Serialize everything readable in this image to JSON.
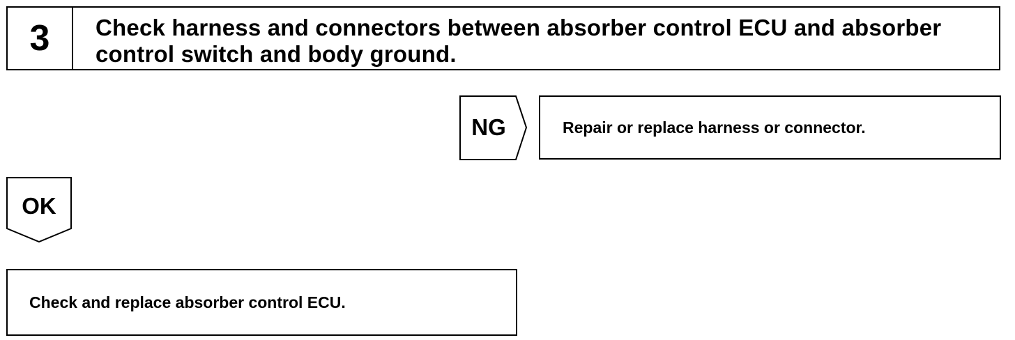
{
  "step": {
    "number": "3",
    "title": "Check harness and connectors between absorber control ECU and absorber control switch and body ground."
  },
  "ng_branch": {
    "tag": "NG",
    "result": "Repair or replace harness or connector."
  },
  "ok_branch": {
    "tag": "OK"
  },
  "final_action": "Check and replace absorber control ECU."
}
